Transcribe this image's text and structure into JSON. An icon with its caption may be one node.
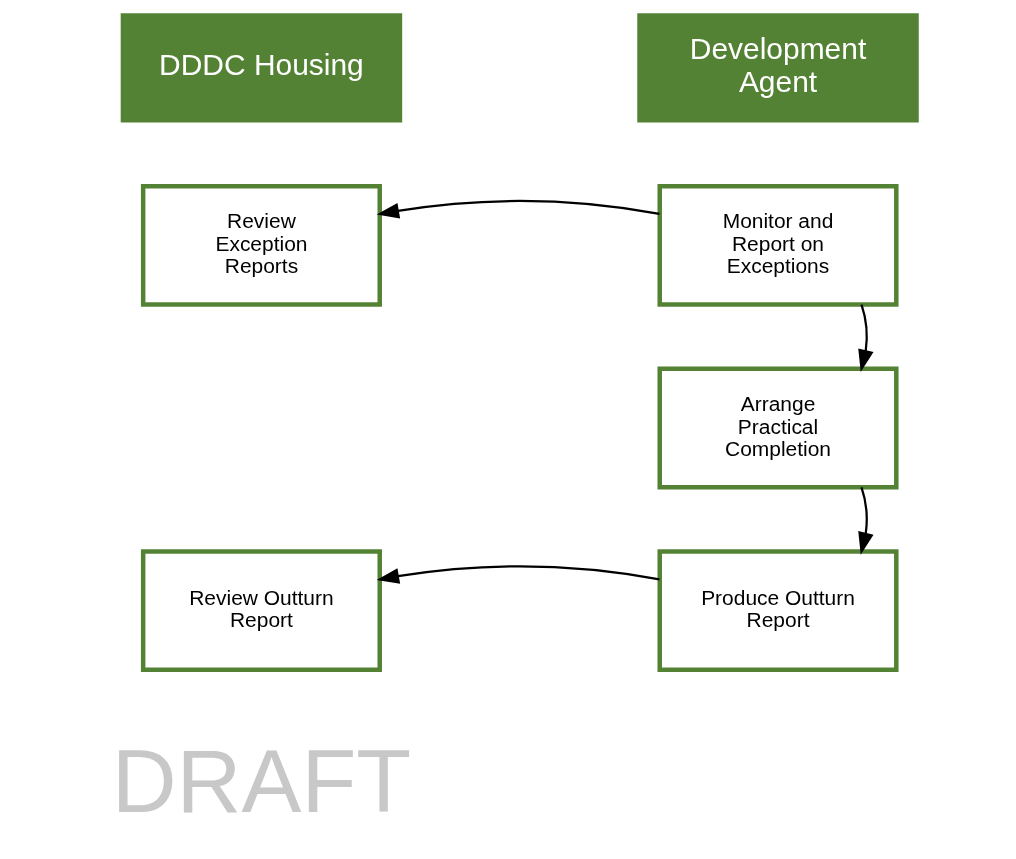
{
  "diagram": {
    "nodes": [
      {
        "text": [
          "DDDC Housing"
        ]
      },
      {
        "text": [
          "Development Agent"
        ]
      },
      {
        "text": [
          "Review Exception Reports"
        ]
      },
      {
        "text": [
          "Monitor and Report on Exceptions"
        ]
      },
      {
        "text": [
          "Arrange Practical Completion"
        ]
      },
      {
        "text": [
          "Review Outturn Report"
        ]
      },
      {
        "text": [
          "Produce Outturn Report"
        ]
      }
    ],
    "edges": [
      {
        "from": 3,
        "to": 2,
        "arrow": "to"
      },
      {
        "from": 3,
        "to": 4,
        "arrow": "to"
      },
      {
        "from": 4,
        "to": 6,
        "arrow": "to"
      },
      {
        "from": 6,
        "to": 5,
        "arrow": "to"
      }
    ],
    "labels": [
      "DRAFT"
    ]
  }
}
